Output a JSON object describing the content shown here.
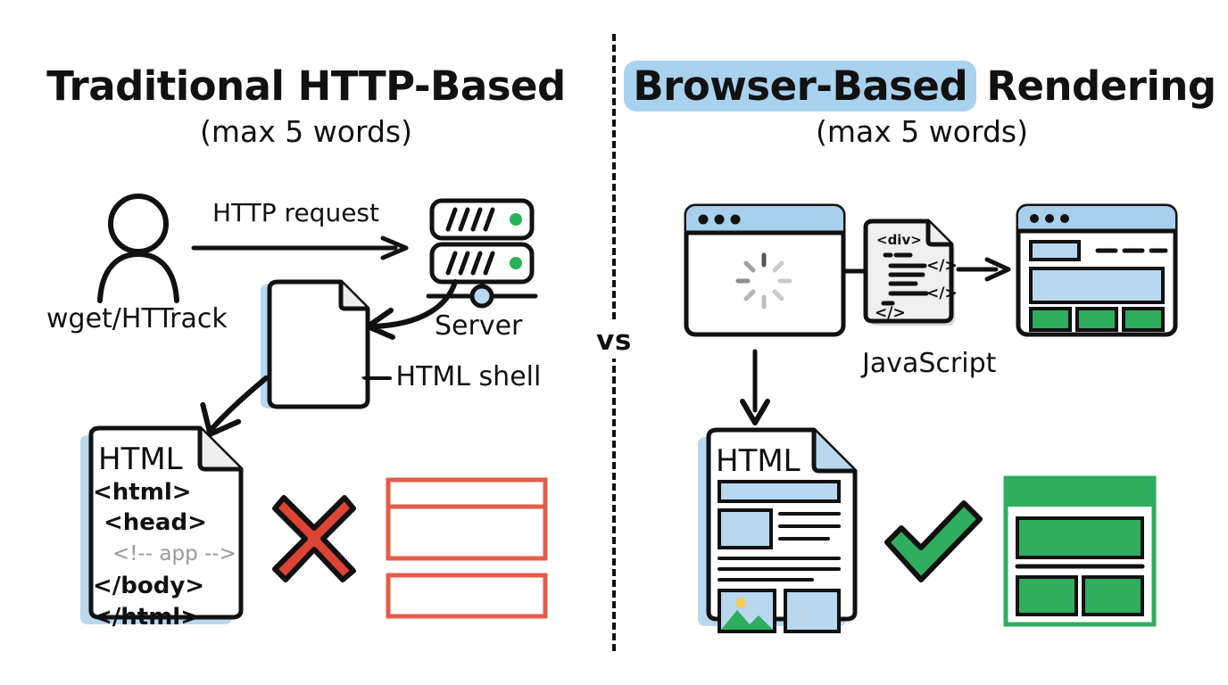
{
  "left": {
    "title": "Traditional HTTP-Based",
    "subtitle": "(max 5 words)",
    "client_label": "wget/HTTrack",
    "request_label": "HTTP request",
    "server_label": "Server",
    "shell_label": "— HTML shell",
    "doc_title": "HTML",
    "code_lines": [
      {
        "text": "<html>",
        "style": "code"
      },
      {
        "text": "<head>",
        "style": "code-indent"
      },
      {
        "text": "<!-- app -->",
        "style": "comment"
      },
      {
        "text": "</body>",
        "style": "code"
      },
      {
        "text": "</html>",
        "style": "code"
      }
    ],
    "result_icon": "cross-mark-icon",
    "broken_layout_blocks": 3
  },
  "right": {
    "title_highlight": "Browser-Based",
    "title_rest": " Rendering",
    "subtitle": "(max 5 words)",
    "js_label": "JavaScript",
    "js_file_tags": [
      "<div>",
      "</>",
      "</>",
      "</>"
    ],
    "doc_title": "HTML",
    "loading_icon": "spinner-icon",
    "result_icon": "check-mark-icon",
    "rendered_cards": 3
  },
  "center": {
    "vs_label": "vs"
  },
  "colors": {
    "ink": "#111111",
    "highlight_blue": "#a9d2ef",
    "fill_blue": "#b9d7ef",
    "title_blue": "#a8cfeb",
    "accent_green": "#2fad5f",
    "led_green": "#27b35a",
    "error_red": "#dc4433",
    "broken_red": "#e35c4a",
    "paper_gray": "#e9e9e9",
    "comment_gray": "#9a9a9a",
    "sun_yellow": "#f2cd5e"
  }
}
